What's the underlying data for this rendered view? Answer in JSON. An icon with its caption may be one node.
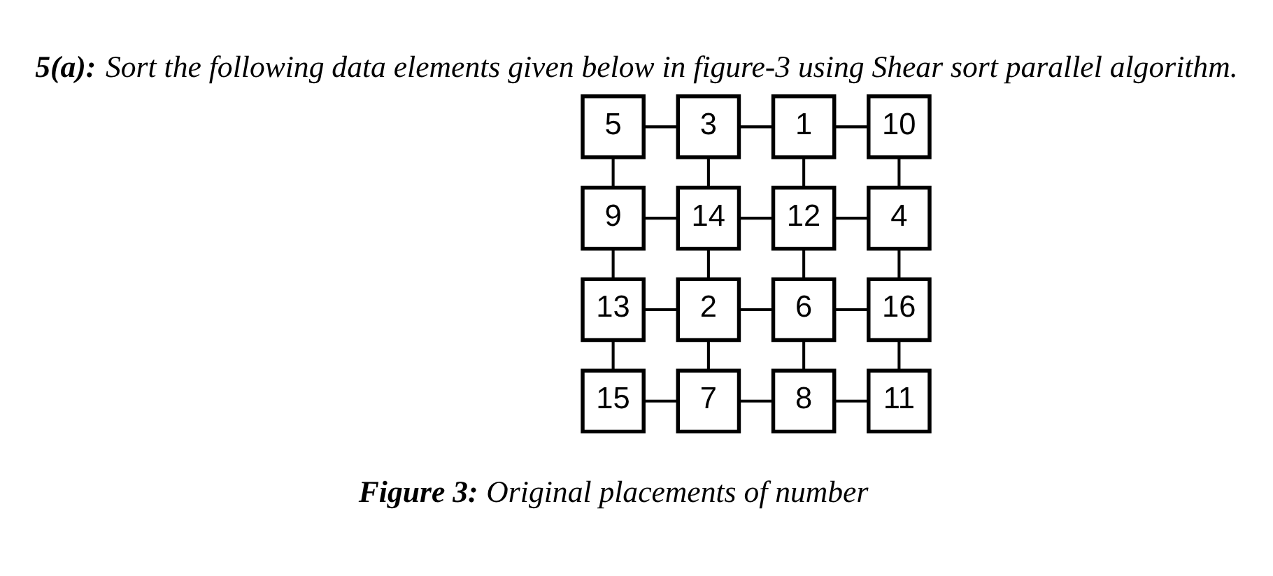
{
  "diagram": {
    "title": "**5(a):** Sort the following data elements given below in figure-3 using Shear sort parallel algorithm.",
    "caption": "**Figure 3:** Original placements of number",
    "nodes": [
      {
        "text": [
          "5"
        ]
      },
      {
        "text": [
          "3"
        ]
      },
      {
        "text": [
          "1"
        ]
      },
      {
        "text": [
          "10"
        ]
      },
      {
        "text": [
          "9"
        ]
      },
      {
        "text": [
          "14"
        ]
      },
      {
        "text": [
          "12"
        ]
      },
      {
        "text": [
          "4"
        ]
      },
      {
        "text": [
          "13"
        ]
      },
      {
        "text": [
          "2"
        ]
      },
      {
        "text": [
          "6"
        ]
      },
      {
        "text": [
          "16"
        ]
      },
      {
        "text": [
          "15"
        ]
      },
      {
        "text": [
          "7"
        ]
      },
      {
        "text": [
          "8"
        ]
      },
      {
        "text": [
          "11"
        ]
      }
    ],
    "edges": [
      {
        "from": 0,
        "to": 1,
        "arrow": "none"
      },
      {
        "from": 1,
        "to": 2,
        "arrow": "none"
      },
      {
        "from": 2,
        "to": 3,
        "arrow": "none"
      },
      {
        "from": 4,
        "to": 5,
        "arrow": "none"
      },
      {
        "from": 5,
        "to": 6,
        "arrow": "none"
      },
      {
        "from": 6,
        "to": 7,
        "arrow": "none"
      },
      {
        "from": 8,
        "to": 9,
        "arrow": "none"
      },
      {
        "from": 9,
        "to": 10,
        "arrow": "none"
      },
      {
        "from": 10,
        "to": 11,
        "arrow": "none"
      },
      {
        "from": 12,
        "to": 13,
        "arrow": "none"
      },
      {
        "from": 13,
        "to": 14,
        "arrow": "none"
      },
      {
        "from": 14,
        "to": 15,
        "arrow": "none"
      },
      {
        "from": 0,
        "to": 4,
        "arrow": "none"
      },
      {
        "from": 4,
        "to": 8,
        "arrow": "none"
      },
      {
        "from": 8,
        "to": 12,
        "arrow": "none"
      },
      {
        "from": 1,
        "to": 5,
        "arrow": "none"
      },
      {
        "from": 5,
        "to": 9,
        "arrow": "none"
      },
      {
        "from": 9,
        "to": 13,
        "arrow": "none"
      },
      {
        "from": 2,
        "to": 6,
        "arrow": "none"
      },
      {
        "from": 6,
        "to": 10,
        "arrow": "none"
      },
      {
        "from": 10,
        "to": 14,
        "arrow": "none"
      },
      {
        "from": 3,
        "to": 7,
        "arrow": "none"
      },
      {
        "from": 7,
        "to": 11,
        "arrow": "none"
      },
      {
        "from": 11,
        "to": 15,
        "arrow": "none"
      }
    ]
  }
}
